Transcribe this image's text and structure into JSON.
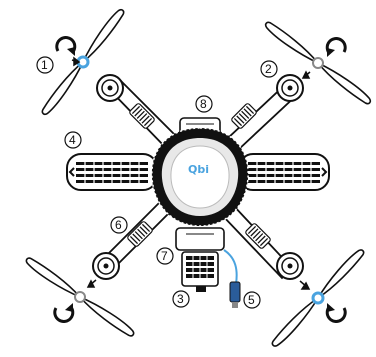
{
  "brand": {
    "logo_text": "Qbi",
    "accent_color": "#4aa3df",
    "outline_color": "#111111"
  },
  "callouts": [
    {
      "id": "1",
      "label": "1"
    },
    {
      "id": "2",
      "label": "2"
    },
    {
      "id": "3",
      "label": "3"
    },
    {
      "id": "4",
      "label": "4"
    },
    {
      "id": "5",
      "label": "5"
    },
    {
      "id": "6",
      "label": "6"
    },
    {
      "id": "7",
      "label": "7"
    },
    {
      "id": "8",
      "label": "8"
    }
  ],
  "icons": {
    "rotation_arrows": "rotation-arrow-icon",
    "connector_arrows": "connector-arrow-icon"
  }
}
